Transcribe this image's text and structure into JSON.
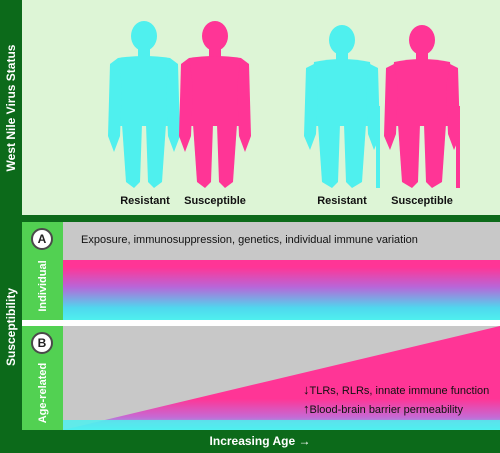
{
  "axis": {
    "top_label": "West Nile Virus Status",
    "left_label": "Susceptibility",
    "bottom_label": "Increasing Age →"
  },
  "figures": [
    {
      "caption": "Resistant",
      "color": "#4ff0ee"
    },
    {
      "caption": "Susceptible",
      "color": "#ff3596"
    },
    {
      "caption": "Resistant",
      "color": "#4ff0ee"
    },
    {
      "caption": "Susceptible",
      "color": "#ff3596"
    }
  ],
  "panel_a": {
    "badge": "A",
    "side_label": "Individual",
    "text": "Exposure, immunosuppression, genetics, individual immune variation"
  },
  "panel_b": {
    "badge": "B",
    "side_label": "Age-related",
    "line1": "TLRs, RLRs, innate immune function",
    "line1_arrow": "↓",
    "line2": "Blood-brain barrier permeability",
    "line2_arrow": "↑"
  },
  "colors": {
    "dark_green": "#0c6a1a",
    "bright_green": "#52d152",
    "light_green_bg": "#ddf5d6",
    "grey": "#c8c8c8",
    "cyan": "#4ff0ee",
    "pink": "#ff3596"
  }
}
